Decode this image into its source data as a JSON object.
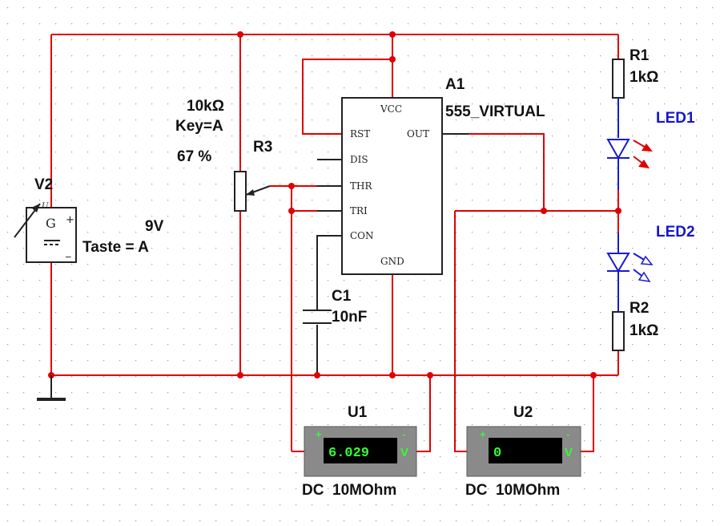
{
  "colors": {
    "wire": "#e00000",
    "component": "#222222",
    "led_label": "#1616c8",
    "meter_display": "#33ff33",
    "meter_body": "#8a8a8a"
  },
  "components": {
    "v2": {
      "name": "V2",
      "value": "9V",
      "key": "Taste = A",
      "symbol_letter": "G",
      "plus": "+",
      "minus": "_",
      "tiny": "U"
    },
    "r3": {
      "name": "R3",
      "value": "10kΩ",
      "key": "Key=A",
      "percent": "67 %"
    },
    "a1": {
      "name": "A1",
      "model": "555_VIRTUAL",
      "pins": {
        "vcc": "VCC",
        "rst": "RST",
        "out": "OUT",
        "dis": "DIS",
        "thr": "THR",
        "tri": "TRI",
        "con": "CON",
        "gnd": "GND"
      }
    },
    "c1": {
      "name": "C1",
      "value": "10nF"
    },
    "r1": {
      "name": "R1",
      "value": "1kΩ"
    },
    "r2": {
      "name": "R2",
      "value": "1kΩ"
    },
    "led1": {
      "name": "LED1",
      "state": "on"
    },
    "led2": {
      "name": "LED2",
      "state": "off"
    },
    "u1": {
      "name": "U1",
      "reading": "6.029",
      "unit": "V",
      "plus": "+",
      "minus": "-",
      "mode": "DC  10MOhm"
    },
    "u2": {
      "name": "U2",
      "reading": "0",
      "unit": "V",
      "plus": "+",
      "minus": "-",
      "mode": "DC  10MOhm"
    }
  }
}
